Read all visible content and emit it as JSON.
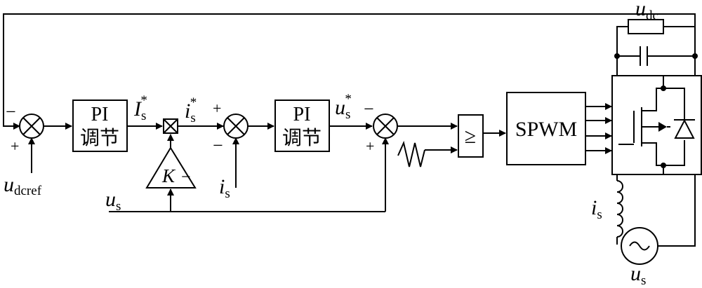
{
  "blocks": {
    "pi1": {
      "line1": "PI",
      "line2": "调节"
    },
    "pi2": {
      "line1": "PI",
      "line2": "调节"
    },
    "spwm": {
      "label": "SPWM"
    },
    "gain": {
      "label": "K"
    },
    "compare": {
      "symbol": "≥"
    }
  },
  "signals": {
    "udc": {
      "main": "u",
      "sub": "dc"
    },
    "udcref": {
      "main": "u",
      "sub": "dcref"
    },
    "Is_star": {
      "main": "I",
      "sub": "s",
      "sup": "*"
    },
    "is_star": {
      "main": "i",
      "sub": "s",
      "sup": "*"
    },
    "us_star": {
      "main": "u",
      "sub": "s",
      "sup": "*"
    },
    "is_fb": {
      "main": "i",
      "sub": "s"
    },
    "us_left": {
      "main": "u",
      "sub": "s"
    },
    "is_inductor": {
      "main": "i",
      "sub": "s"
    },
    "us_source": {
      "main": "u",
      "sub": "s"
    }
  },
  "signs": {
    "sum1_top": "−",
    "sum1_bottom": "+",
    "sum2_left": "+",
    "sum2_bottom": "−",
    "sum3_top": "−",
    "sum3_bottom": "+",
    "gain_minus": "−"
  }
}
